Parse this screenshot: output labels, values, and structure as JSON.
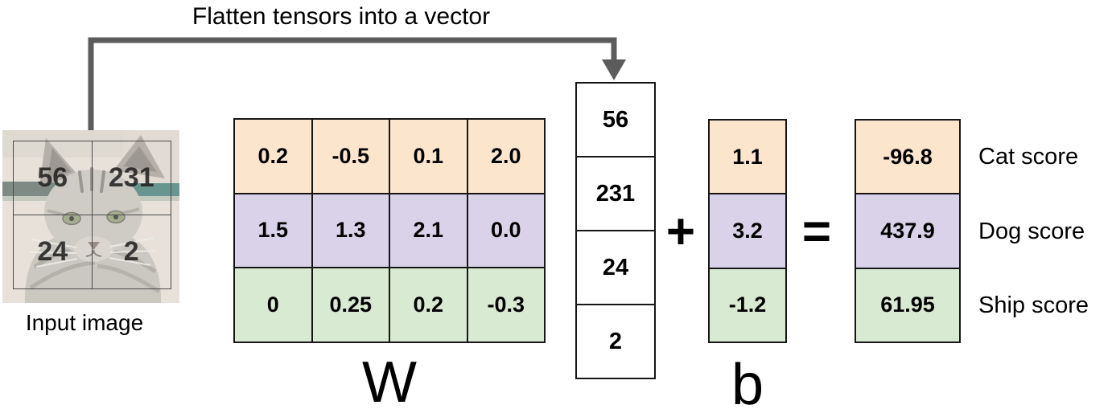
{
  "title": "Flatten tensors into a vector",
  "input_image": {
    "caption": "Input image",
    "pixels": [
      [
        "56",
        "231"
      ],
      [
        "24",
        "2"
      ]
    ]
  },
  "weight_matrix": {
    "label": "W",
    "rows": [
      {
        "name": "cat",
        "values": [
          "0.2",
          "-0.5",
          "0.1",
          "2.0"
        ]
      },
      {
        "name": "dog",
        "values": [
          "1.5",
          "1.3",
          "2.1",
          "0.0"
        ]
      },
      {
        "name": "ship",
        "values": [
          "0",
          "0.25",
          "0.2",
          "-0.3"
        ]
      }
    ]
  },
  "flattened_vector": {
    "values": [
      "56",
      "231",
      "24",
      "2"
    ]
  },
  "operators": {
    "plus": "+",
    "equals": "="
  },
  "bias_vector": {
    "label": "b",
    "values": [
      "1.1",
      "3.2",
      "-1.2"
    ]
  },
  "score_vector": {
    "values": [
      "-96.8",
      "437.9",
      "61.95"
    ],
    "labels": [
      "Cat score",
      "Dog score",
      "Ship score"
    ]
  },
  "colors": {
    "cat_row": "#fce5cd",
    "dog_row": "#d9d2e9",
    "ship_row": "#d9ead3",
    "arrow": "#5c5c5c",
    "border": "#161616"
  }
}
